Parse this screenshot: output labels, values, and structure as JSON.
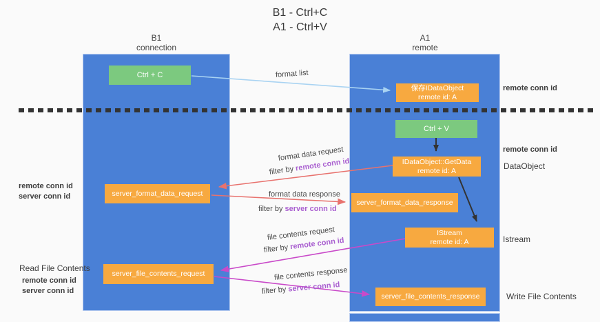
{
  "title": {
    "line1": "B1 - Ctrl+C",
    "line2": "A1 - Ctrl+V"
  },
  "lanes": {
    "left": {
      "name": "B1",
      "subtitle": "connection"
    },
    "right": {
      "name": "A1",
      "subtitle": "remote"
    }
  },
  "boxes": {
    "ctrl_c": "Ctrl + C",
    "ctrl_v": "Ctrl + V",
    "save_dataobject": {
      "line1": "保存IDataObject",
      "line2": "remote id: A"
    },
    "getdata": {
      "line1": "IDataObject::GetData",
      "line2": "remote id: A"
    },
    "istream": {
      "line1": "IStream",
      "line2": "remote id: A"
    },
    "format_request": "server_format_data_request",
    "format_response": "server_format_data_response",
    "file_request": "server_file_contents_request",
    "file_response": "server_file_contents_response"
  },
  "flow_labels": {
    "format_list": "format list",
    "format_data_request": "format data request",
    "format_data_response": "format data response",
    "file_contents_request": "file contents request",
    "file_contents_response": "file contents response",
    "filter_by": "filter by ",
    "remote_conn_id": "remote conn id",
    "server_conn_id": "server conn id"
  },
  "side_labels": {
    "remote_conn_id": "remote conn id",
    "server_conn_id": "server conn id",
    "dataobject": "DataObject",
    "istream": "Istream",
    "read_file_contents": "Read File Contents",
    "write_file_contents": "Write File Contents"
  },
  "colors": {
    "lane_blue": "#4a80d6",
    "box_green": "#7cc97f",
    "box_orange": "#f7a940",
    "purple_label": "#a95fd0",
    "green_label": "#64bb66",
    "arrow_light_blue": "#a9d3f2",
    "arrow_red": "#e8726e",
    "arrow_magenta": "#c94ac9",
    "arrow_black": "#333333"
  }
}
